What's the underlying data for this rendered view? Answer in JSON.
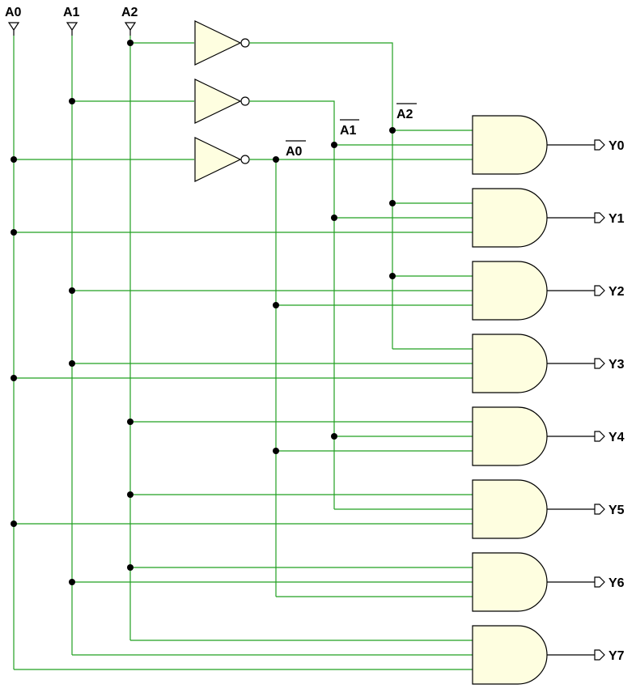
{
  "diagram": {
    "inputs": [
      "A0",
      "A1",
      "A2"
    ],
    "inverted_labels": [
      "A0",
      "A1",
      "A2"
    ],
    "outputs": [
      "Y0",
      "Y1",
      "Y2",
      "Y3",
      "Y4",
      "Y5",
      "Y6",
      "Y7"
    ],
    "colors": {
      "wire": "#22a022",
      "gate_fill": "#fefee0",
      "outline": "#000000",
      "background": "#ffffff"
    }
  }
}
